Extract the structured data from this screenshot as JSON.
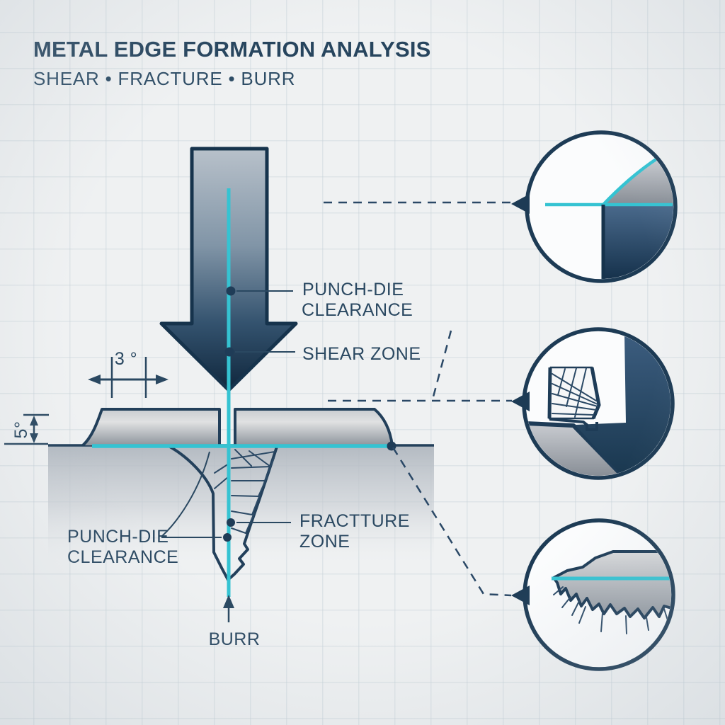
{
  "header": {
    "title": "METAL EDGE FORMATION ANALYSIS",
    "subtitle": "SHEAR • FRACTURE • BURR"
  },
  "labels": {
    "punch_die_clearance_upper": {
      "line1": "PUNCH-DIE",
      "line2": "CLEARANCE"
    },
    "shear_zone": "SHEAR ZONE",
    "fracture_zone": {
      "line1": "FRACTTURE",
      "line2": "ZONE"
    },
    "punch_die_clearance_lower": {
      "line1": "PUNCH-DIE",
      "line2": "CLEARANCE"
    },
    "burr": "BURR"
  },
  "dimensions": {
    "clearance_angle": "3 °",
    "shear_angle": "5°"
  },
  "callouts": {
    "top": "rollover-edge-detail",
    "middle": "shear-fracture-detail",
    "bottom": "burr-edge-detail"
  },
  "colors": {
    "navy": "#1d3b55",
    "cyan_accent": "#35c3d2",
    "metal_light": "#e0e1e2",
    "metal_dark": "#8f969e",
    "background": "#eff1f2",
    "label_text": "#2a4861"
  }
}
